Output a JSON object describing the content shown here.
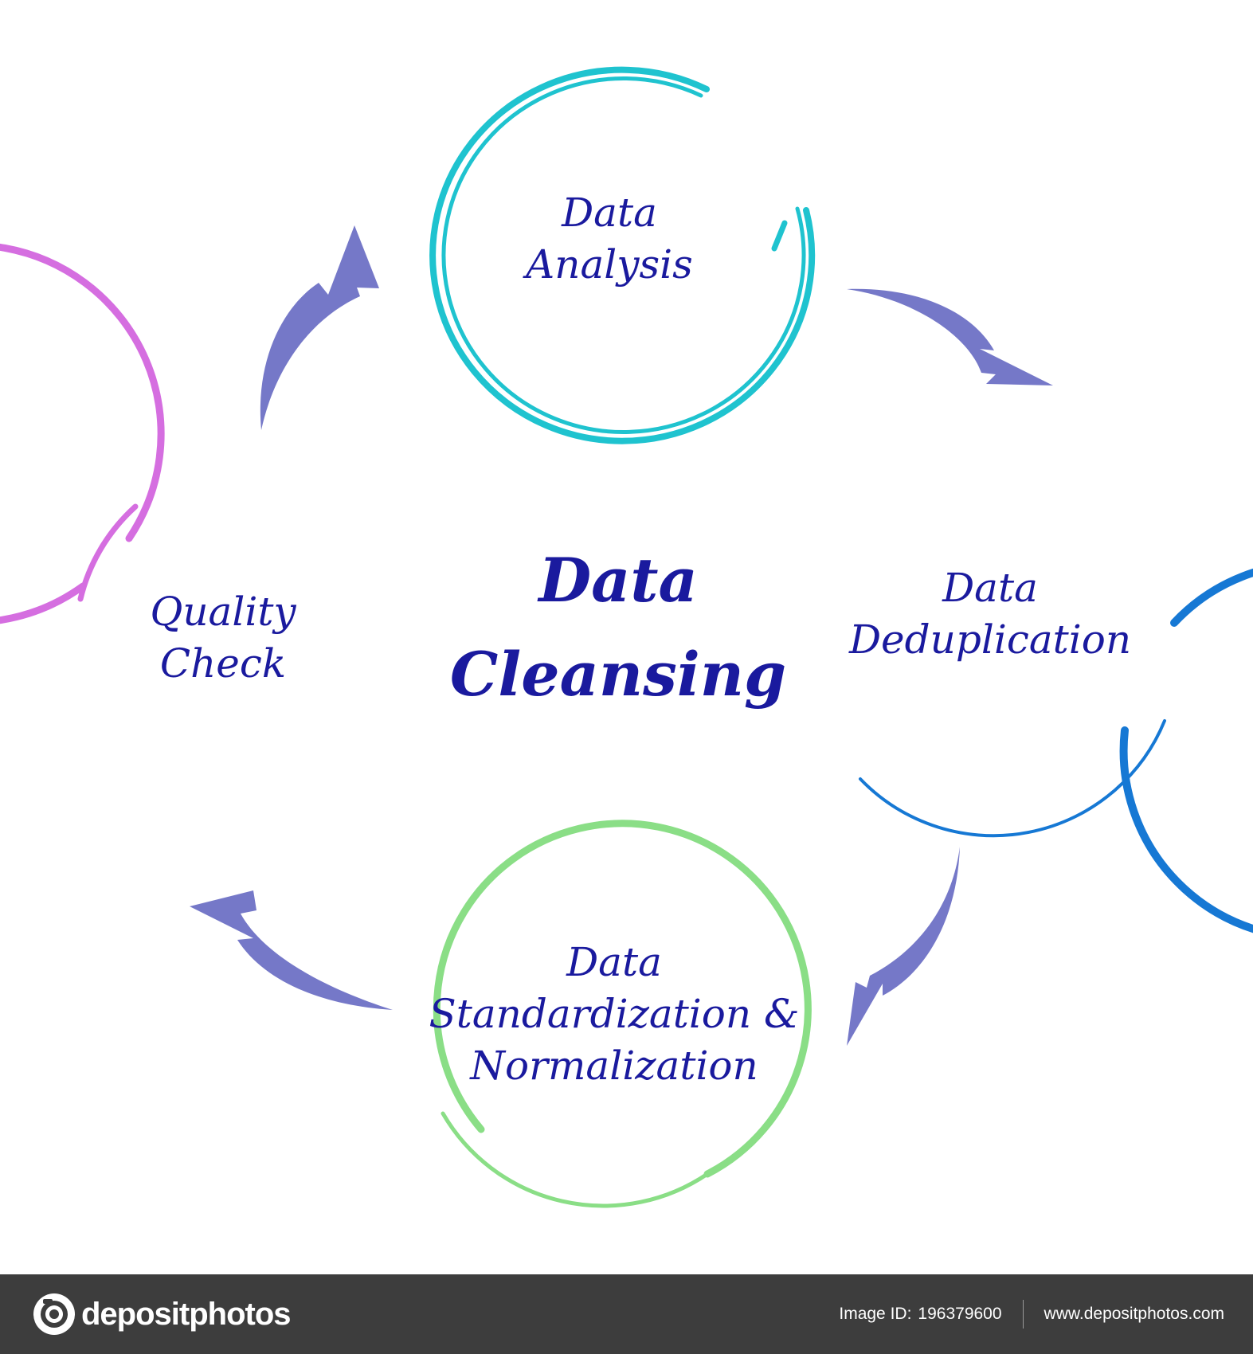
{
  "diagram": {
    "center": {
      "lines": [
        "Data",
        "Cleansing"
      ]
    },
    "nodes": [
      {
        "key": "analysis",
        "lines": [
          "Data",
          "Analysis"
        ],
        "color": "#1fc3cf"
      },
      {
        "key": "deduplication",
        "lines": [
          "Data",
          "Deduplication"
        ],
        "color": "#1678d4"
      },
      {
        "key": "standardization",
        "lines": [
          "Data",
          "Standardization &",
          "Normalization"
        ],
        "color": "#8ade86"
      },
      {
        "key": "quality",
        "lines": [
          "Quality",
          "Check"
        ],
        "color": "#d56ee0"
      }
    ],
    "arrow_color": "#7578c8",
    "text_color": "#1a1a9e"
  },
  "watermark": {
    "text": "depositphotos"
  },
  "footer": {
    "brand": "depositphotos",
    "image_id_label": "Image ID:",
    "image_id": "196379600",
    "url": "www.depositphotos.com"
  }
}
